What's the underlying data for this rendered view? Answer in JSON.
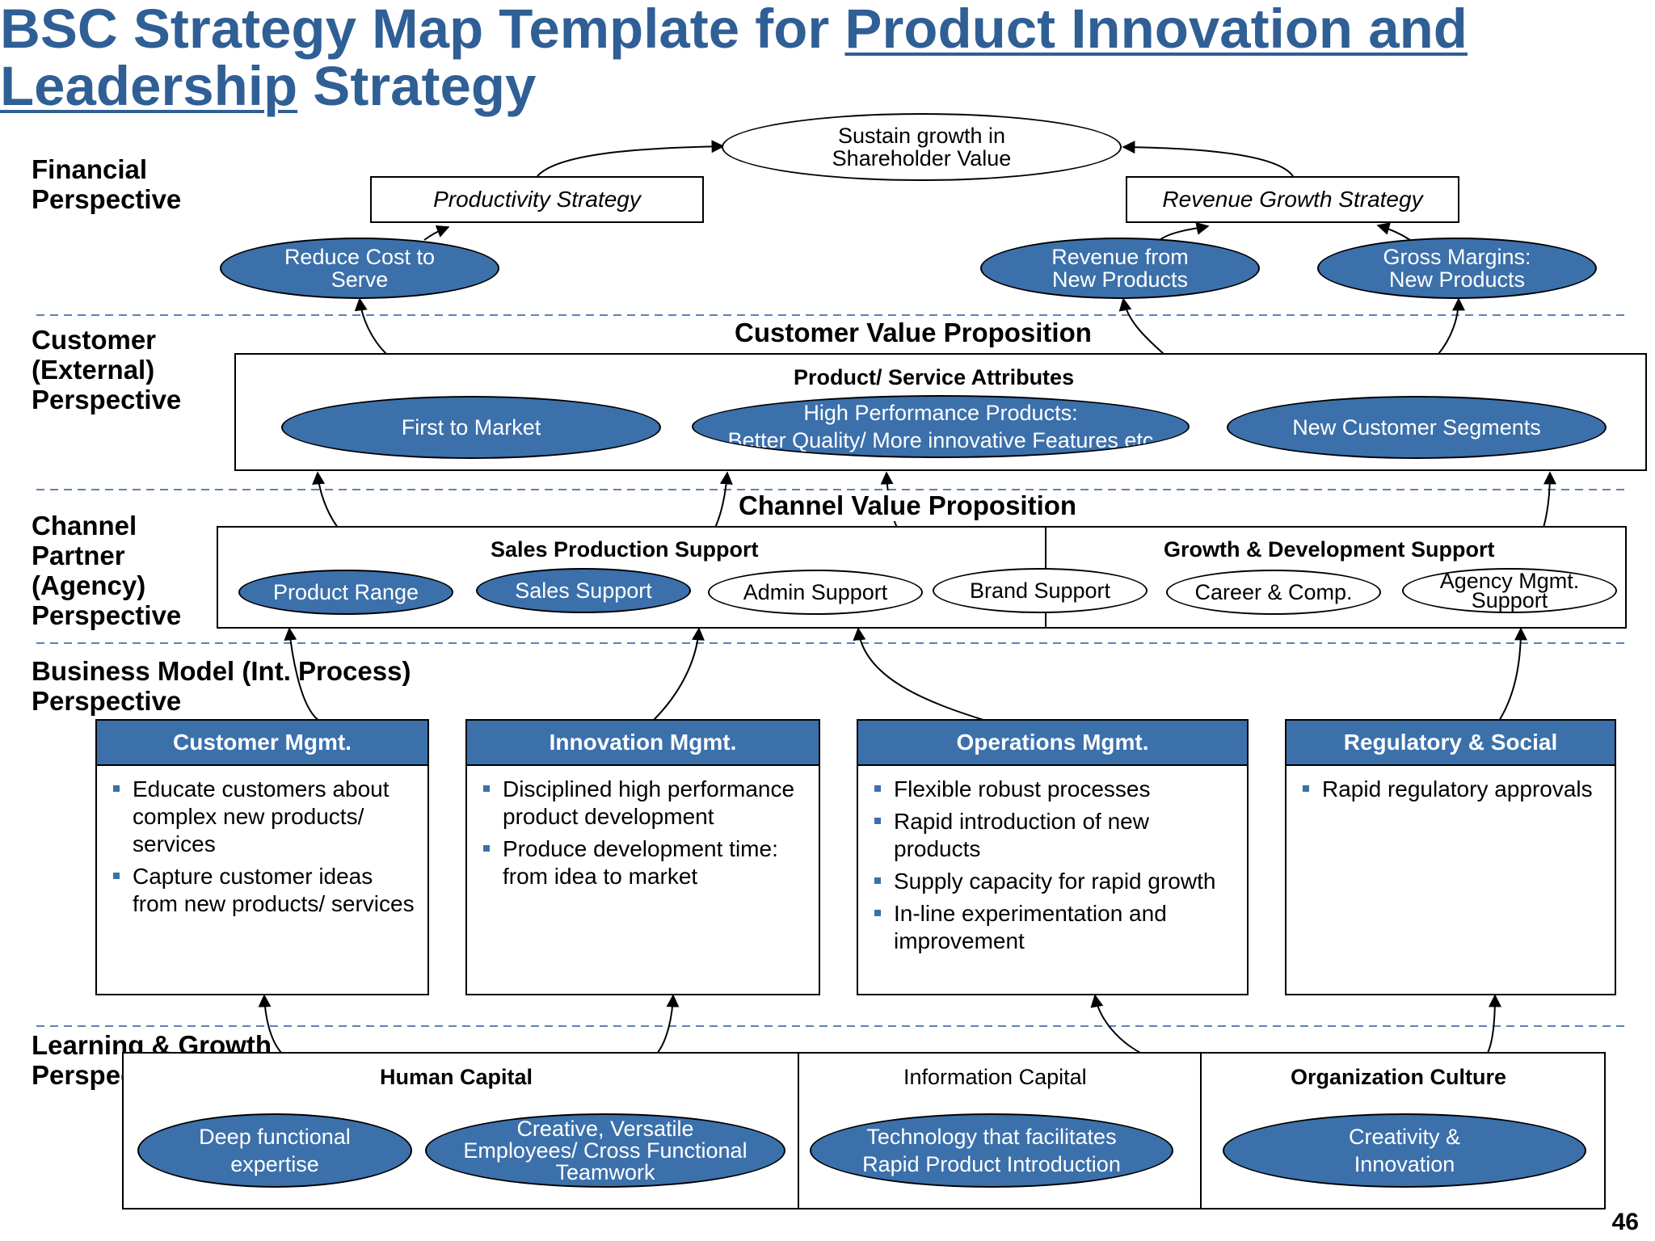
{
  "title": {
    "prefix": "BSC Strategy Map Template for ",
    "underlined_1": "Product Innovation and",
    "underlined_2": "Leadership",
    "suffix": " Strategy"
  },
  "perspectives": {
    "financial": [
      "Financial",
      "Perspective"
    ],
    "customer": [
      "Customer",
      "(External)",
      "Perspective"
    ],
    "channel": [
      "Channel",
      "Partner",
      "(Agency)",
      "Perspective"
    ],
    "business": [
      "Business Model (Int. Process)",
      "Perspective"
    ],
    "learning": [
      "Learning & Growth",
      "Perspective"
    ]
  },
  "financial": {
    "top_goal": [
      "Sustain growth in",
      "Shareholder Value"
    ],
    "productivity_strategy": "Productivity Strategy",
    "revenue_growth_strategy": "Revenue Growth Strategy",
    "reduce_cost": [
      "Reduce Cost to",
      "Serve"
    ],
    "revenue_new_products": [
      "Revenue from",
      "New Products"
    ],
    "gross_margins": [
      "Gross Margins:",
      "New Products"
    ]
  },
  "customer": {
    "section_title": "Customer Value Proposition",
    "attributes_title": "Product/ Service Attributes",
    "first_to_market": "First to Market",
    "high_performance": [
      "High Performance Products:",
      "Better Quality/ More innovative Features etc"
    ],
    "new_segments": "New Customer Segments"
  },
  "channel": {
    "section_title": "Channel Value Proposition",
    "sales_support_title": "Sales Production Support",
    "growth_title": "Growth & Development Support",
    "product_range": "Product Range",
    "sales_support": "Sales Support",
    "admin_support": "Admin Support",
    "brand_support": "Brand Support",
    "career_comp": "Career & Comp.",
    "agency_mgmt": [
      "Agency Mgmt.",
      "Support"
    ]
  },
  "processes": [
    {
      "header": "Customer Mgmt.",
      "items": [
        "Educate customers about complex new products/ services",
        "Capture customer ideas from new products/ services"
      ]
    },
    {
      "header": "Innovation Mgmt.",
      "items": [
        "Disciplined high performance product development",
        "Produce development time: from idea to market"
      ]
    },
    {
      "header": "Operations Mgmt.",
      "items": [
        "Flexible robust processes",
        "Rapid introduction of new products",
        "Supply capacity for rapid growth",
        "In-line experimentation and improvement"
      ]
    },
    {
      "header": "Regulatory & Social",
      "items": [
        "Rapid regulatory approvals"
      ]
    }
  ],
  "learning": {
    "human_capital": "Human Capital",
    "information_capital": "Information Capital",
    "organization_culture": "Organization Culture",
    "deep_expertise": [
      "Deep functional",
      "expertise"
    ],
    "creative_employees": [
      "Creative, Versatile",
      "Employees/ Cross Functional",
      "Teamwork"
    ],
    "technology": [
      "Technology that facilitates",
      "Rapid Product Introduction"
    ],
    "creativity": [
      "Creativity &",
      "Innovation"
    ]
  },
  "page_number": "46",
  "colors": {
    "title": "#2f5f95",
    "ellipse_fill": "#3b70ab",
    "divider": "#5b82b8"
  }
}
